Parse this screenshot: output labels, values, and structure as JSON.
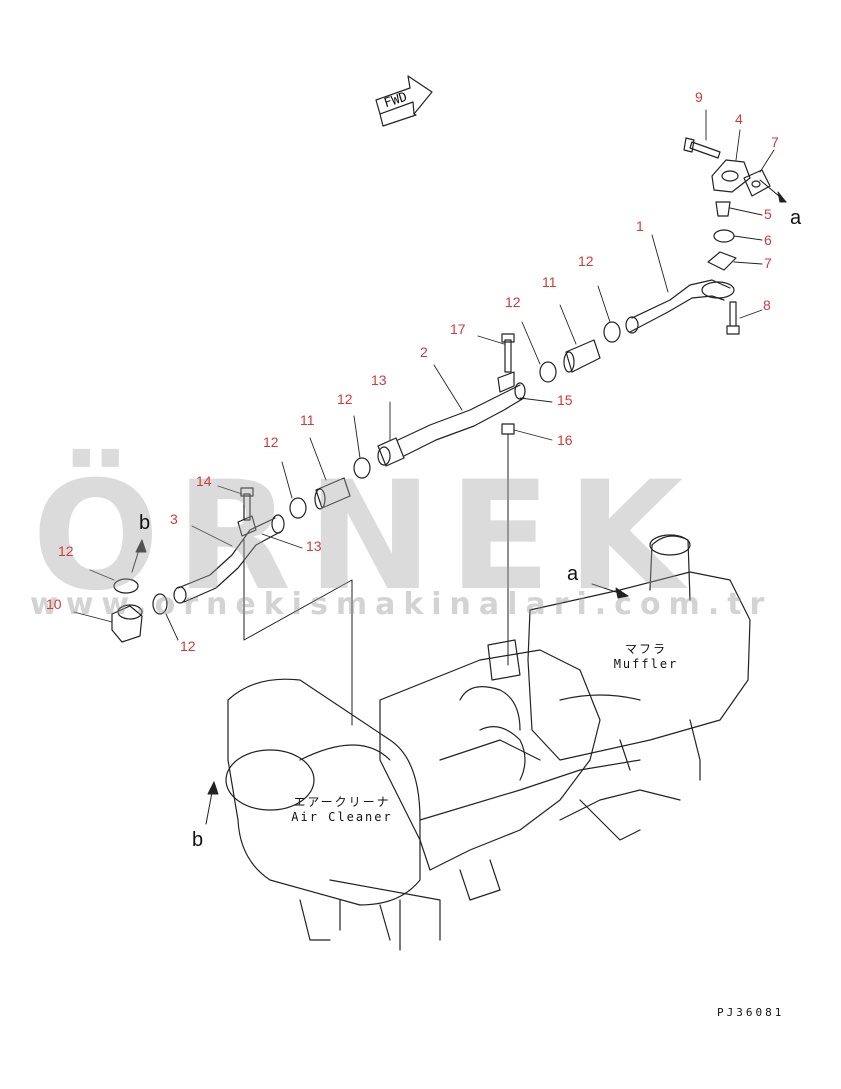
{
  "watermark": {
    "brand": "ÖRNEK",
    "url": "www.ornekismakinalari.com.tr"
  },
  "direction_tag": "FWD",
  "part_numbers": [
    "9",
    "4",
    "7",
    "5",
    "6",
    "7",
    "8",
    "1",
    "12",
    "11",
    "12",
    "17",
    "2",
    "13",
    "15",
    "16",
    "12",
    "11",
    "12",
    "14",
    "3",
    "13",
    "12",
    "10",
    "12"
  ],
  "ref_letters": [
    "a",
    "a",
    "b",
    "b"
  ],
  "captions": {
    "muffler_jp": "マフラ",
    "muffler_en": "Muffler",
    "cleaner_jp": "エアークリーナ",
    "cleaner_en": "Air Cleaner"
  },
  "drawing_code": "PJ36081"
}
